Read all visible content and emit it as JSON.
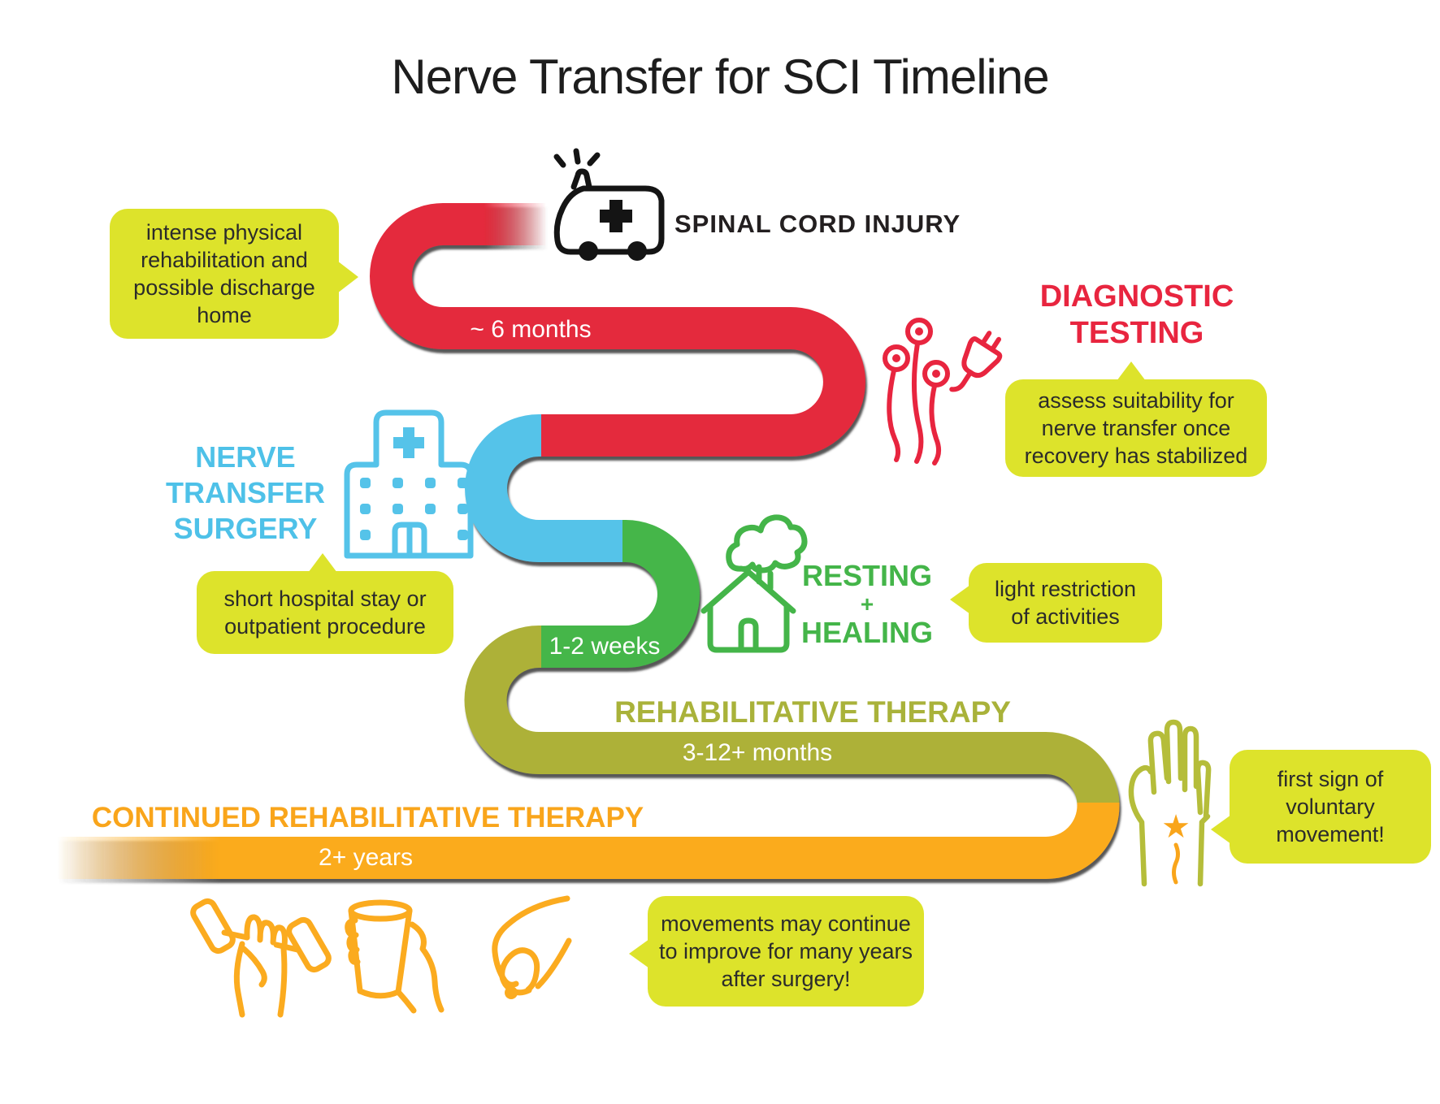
{
  "title": "Nerve Transfer for SCI Timeline",
  "stages": {
    "injury": "SPINAL CORD INJURY",
    "diagnostic_l1": "DIAGNOSTIC",
    "diagnostic_l2": "TESTING",
    "surgery_l1": "NERVE",
    "surgery_l2": "TRANSFER",
    "surgery_l3": "SURGERY",
    "resting_l1": "RESTING",
    "resting_l2": "+",
    "resting_l3": "HEALING",
    "rehab": "REHABILITATIVE THERAPY",
    "continued": "CONTINUED REHABILITATIVE THERAPY"
  },
  "durations": {
    "injury_to_diagnostic": "~ 6 months",
    "resting": "1-2 weeks",
    "rehab": "3-12+ months",
    "continued": "2+ years"
  },
  "callouts": {
    "rehabilitation": "intense physical\nrehabilitation and\npossible discharge\nhome",
    "diagnostic": "assess suitability for\nnerve transfer once\nrecovery has stabilized",
    "surgery": "short hospital stay or\noutpatient procedure",
    "resting": "light restriction\nof activities",
    "movement": "first sign of\nvoluntary\nmovement!",
    "improvement": "movements may continue\nto improve for many years\nafter surgery!"
  },
  "icons": {
    "injury": "ambulance-icon",
    "diagnostic": "emg-electrodes-plug-icon",
    "surgery": "hospital-icon",
    "resting": "house-smoke-icon",
    "movement": "raised-hand-icon",
    "star": "★",
    "continued_1": "dumbbell-hand-icon",
    "continued_2": "cup-hand-icon",
    "continued_3": "pinch-hand-icon"
  },
  "colors": {
    "red": "#e4293c",
    "blue": "#55c3e9",
    "green": "#45b649",
    "olive": "#adb138",
    "orange": "#fbab1c",
    "callout_bg": "#dde32b",
    "shadow": "#3b3b3b",
    "text_dark": "#231f20",
    "heading_red": "#e8253f",
    "heading_blue": "#4ec1e8",
    "heading_green": "#44b549",
    "heading_olive": "#a9b23a",
    "heading_orange": "#f9a51b"
  }
}
